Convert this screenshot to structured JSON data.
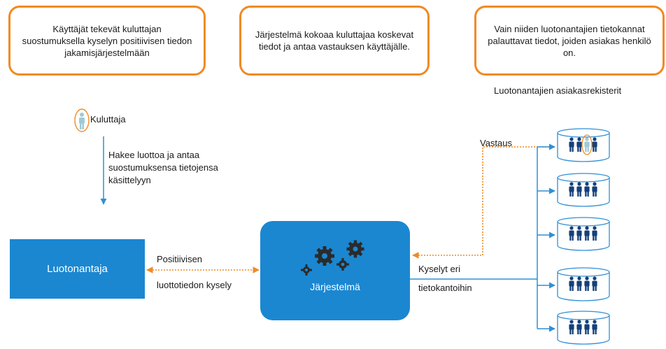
{
  "notes": {
    "left": "Käyttäjät tekevät kuluttajan suostumuksella kyselyn positiivisen tiedon jakamisjärjestelmään",
    "middle": "Järjestelmä kokoaa kuluttajaa koskevat tiedot ja antaa vastauksen käyttäjälle.",
    "right": "Vain niiden luotonantajien tietokannat palauttavat tiedot, joiden asiakas henkilö on."
  },
  "lenders_registers_label": "Luotonantajien asiakasrekisterit",
  "consumer": {
    "label": "Kuluttaja",
    "action": "Hakee luottoa ja antaa suostumuksensa tietojensa käsittelyyn"
  },
  "lender_box": {
    "label": "Luotonantaja"
  },
  "system_box": {
    "label": "Järjestelmä"
  },
  "query_label": {
    "line1": "Positiivisen",
    "line2": "luottotiedon kysely"
  },
  "db_queries_label": {
    "line1": "Kyselyt eri",
    "line2": "tietokantoihin"
  },
  "response_label": "Vastaus",
  "colors": {
    "accent_orange": "#f08a24",
    "primary_blue": "#1b87d1",
    "line_blue": "#2f8fd6",
    "person_navy": "#14407a",
    "highlight_person": "#9fcad6"
  },
  "icons": {
    "consumer": "person-icon",
    "system": "gears-icon",
    "database": "database-cylinder-icon"
  }
}
